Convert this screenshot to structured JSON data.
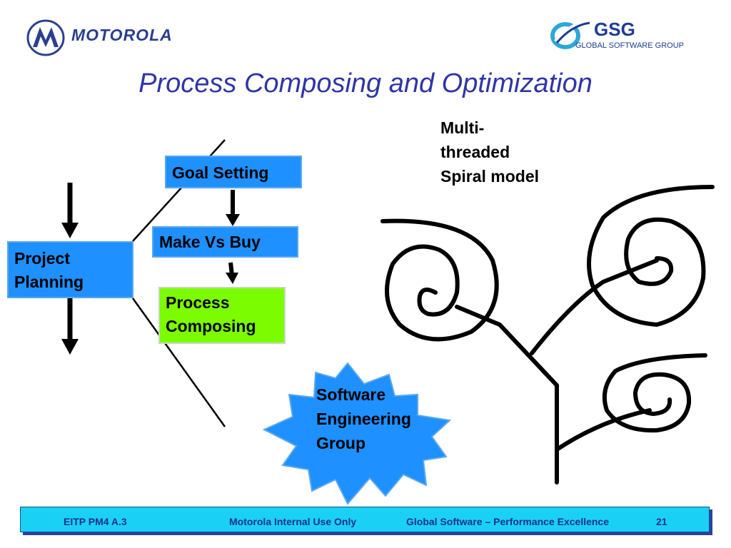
{
  "header": {
    "moto_brand": "MOTOROLA",
    "gsg_brand": "GSG",
    "gsg_tagline": "GLOBAL SOFTWARE GROUP"
  },
  "title": "Process Composing and Optimization",
  "boxes": {
    "goal_setting": "Goal Setting",
    "make_vs_buy": "Make Vs Buy",
    "process_composing_line1": "Process",
    "process_composing_line2": "Composing",
    "project_planning_line1": "Project",
    "project_planning_line2": "Planning"
  },
  "spiral": {
    "label_line1": "Multi-",
    "label_line2": "threaded",
    "label_line3": "Spiral model"
  },
  "star": {
    "line1": "Software",
    "line2": "Engineering",
    "line3": "Group"
  },
  "footer": {
    "left": "EITP PM4 A.3",
    "center": "Motorola Internal Use Only",
    "right": "Global Software – Performance Excellence",
    "page": "21"
  },
  "colors": {
    "box_blue": "#1e90ff",
    "box_green": "#7cfc00",
    "title": "#2f35a6",
    "footer_bar": "#1ad1f5"
  }
}
